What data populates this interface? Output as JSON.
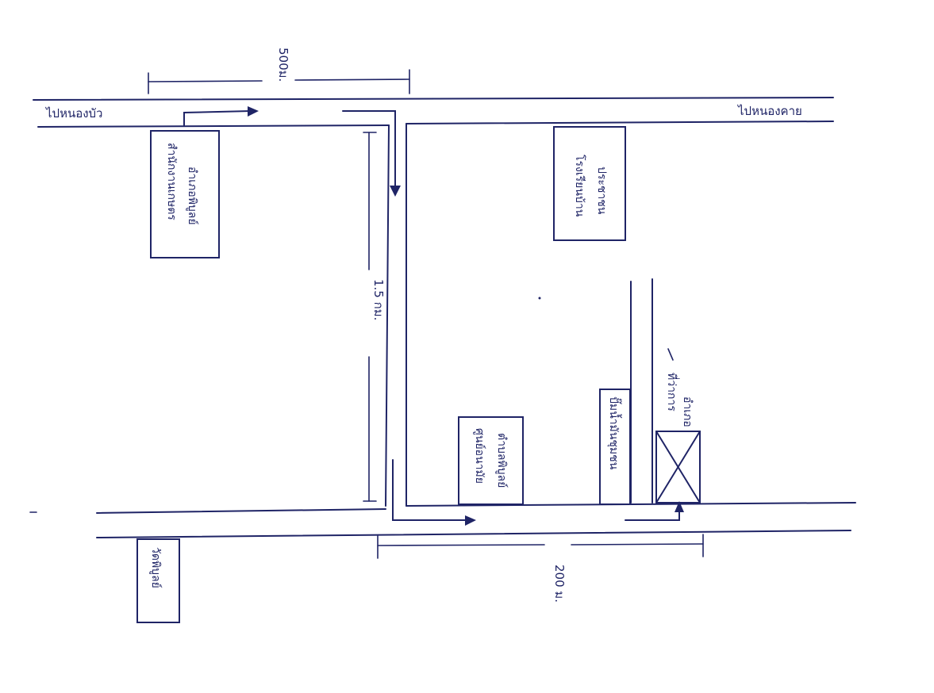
{
  "roads": {
    "top_road_left_label": "ไปหนองบัว",
    "top_road_right_label": "ไปหนองคาย"
  },
  "distances": {
    "top_segment": "500ม.",
    "vertical_segment": "1.5 กม.",
    "bottom_segment": "200 ม."
  },
  "places": {
    "office": {
      "line1": "สำนักงานเกษตร",
      "line2": "อำเภอพิบูลย์"
    },
    "school": {
      "line1": "โรงเรียนบ้าน",
      "line2": "ประชาชน"
    },
    "hospital": {
      "line1": "ศูนย์อนามัย",
      "line2": "ตำบลพิบูลย์"
    },
    "gas_station": {
      "line1": "ปั๊มน้ำมันชุมชน"
    },
    "destination": {
      "line1": "ที่ว่าการ",
      "line2": "อำเภอ"
    },
    "temple": {
      "line1": "วัดพิบูลย์"
    }
  },
  "colors": {
    "ink": "#1f2466",
    "paper": "#ffffff"
  }
}
